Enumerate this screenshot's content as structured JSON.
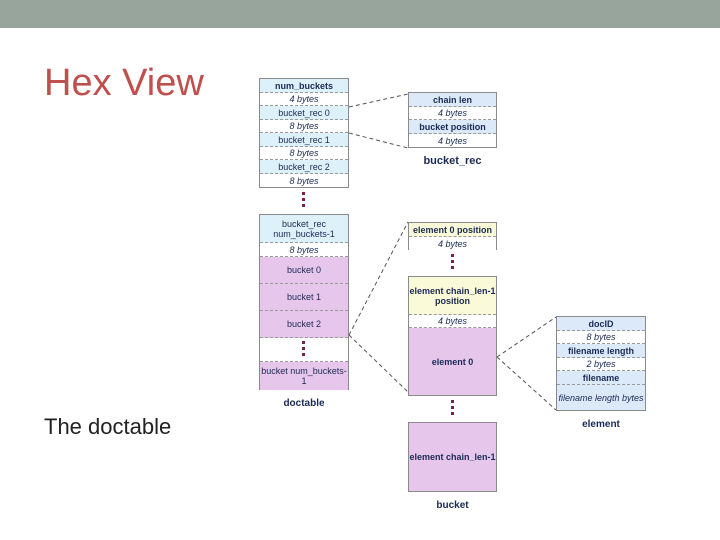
{
  "slide": {
    "title": "Hex View",
    "subtitle": "The doctable"
  },
  "doctable": {
    "label": "doctable",
    "upper_cells": [
      {
        "text": "num_buckets",
        "style": "b"
      },
      {
        "text": "4 bytes",
        "style": "i"
      },
      {
        "text": "bucket_rec 0",
        "style": ""
      },
      {
        "text": "8 bytes",
        "style": "i"
      },
      {
        "text": "bucket_rec 1",
        "style": ""
      },
      {
        "text": "8 bytes",
        "style": "i"
      },
      {
        "text": "bucket_rec 2",
        "style": ""
      },
      {
        "text": "8 bytes",
        "style": "i"
      }
    ],
    "lower_cells": [
      {
        "text": "bucket_rec num_buckets-1",
        "style": ""
      },
      {
        "text": "8 bytes",
        "style": "i"
      },
      {
        "text": "bucket 0",
        "style": ""
      },
      {
        "text": "bucket 1",
        "style": ""
      },
      {
        "text": "bucket 2",
        "style": ""
      },
      {
        "text": "bucket num_buckets-1",
        "style": ""
      }
    ]
  },
  "bucket_rec": {
    "label": "bucket_rec",
    "cells": [
      {
        "text": "chain len",
        "style": "b"
      },
      {
        "text": "4 bytes",
        "style": "i"
      },
      {
        "text": "bucket position",
        "style": "b"
      },
      {
        "text": "4 bytes",
        "style": "i"
      }
    ]
  },
  "bucket": {
    "label": "bucket",
    "upper_cells": [
      {
        "text": "element 0 position",
        "style": "b"
      },
      {
        "text": "4 bytes",
        "style": "i"
      }
    ],
    "middle_cells": [
      {
        "text": "element chain_len-1 position",
        "style": "b"
      },
      {
        "text": "4 bytes",
        "style": "i"
      },
      {
        "text": "element 0",
        "style": "b"
      }
    ],
    "lower_cells": [
      {
        "text": "element chain_len-1",
        "style": "b"
      }
    ]
  },
  "element": {
    "label": "element",
    "cells": [
      {
        "text": "docID",
        "style": "b"
      },
      {
        "text": "8 bytes",
        "style": "i"
      },
      {
        "text": "filename length",
        "style": "b"
      },
      {
        "text": "2 bytes",
        "style": "i"
      },
      {
        "text": "filename",
        "style": "b"
      },
      {
        "text": "filename length bytes",
        "style": "i"
      }
    ]
  },
  "colors": {
    "title": "#c0504d",
    "topbar": "#97a59c",
    "header_cell": "#dcf1f9",
    "bucket_cell": "#e7c6ec",
    "position_cell": "#fbfad8",
    "element_cell": "#dbe9f8",
    "ellipsis": "#7a1f4f"
  }
}
